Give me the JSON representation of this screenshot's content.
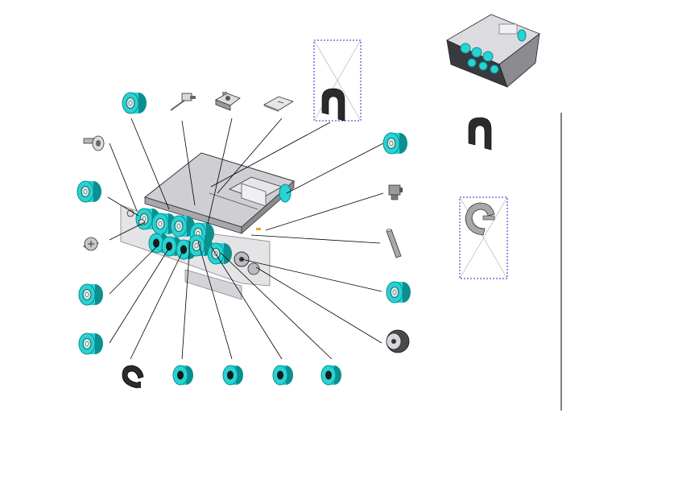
{
  "colors": {
    "teal": "#27d3d3",
    "teal_dark": "#0b8f8f",
    "steel": "#c8c8cc",
    "steel_dark": "#6e6e72",
    "dark": "#2a2a2a",
    "placeholder_border": "#2a2ad0"
  },
  "parts": [
    {
      "name": "roller-gear-top",
      "icon": "teal-gear-icon"
    },
    {
      "name": "sensor-bracket",
      "icon": "sensor-bracket-icon"
    },
    {
      "name": "sensor-holder",
      "icon": "sensor-holder-icon"
    },
    {
      "name": "guide-plate",
      "icon": "plate-icon"
    },
    {
      "name": "retaining-clip-missing",
      "icon": "missing-image-icon"
    },
    {
      "name": "screw-top-left",
      "icon": "screw-icon"
    },
    {
      "name": "roller-left-upper",
      "icon": "teal-roller-icon"
    },
    {
      "name": "screw-left",
      "icon": "screw-icon"
    },
    {
      "name": "roller-left-mid",
      "icon": "teal-roller-icon"
    },
    {
      "name": "roller-left-lower",
      "icon": "teal-roller-icon"
    },
    {
      "name": "e-ring",
      "icon": "e-ring-icon"
    },
    {
      "name": "bushing-1",
      "icon": "bushing-icon"
    },
    {
      "name": "bushing-2",
      "icon": "bushing-icon"
    },
    {
      "name": "bushing-3",
      "icon": "bushing-icon"
    },
    {
      "name": "bushing-4",
      "icon": "bushing-icon"
    },
    {
      "name": "roller-right-top",
      "icon": "teal-roller-icon"
    },
    {
      "name": "sensor-right",
      "icon": "sensor-icon"
    },
    {
      "name": "shaft-pin",
      "icon": "pin-icon"
    },
    {
      "name": "gear-right",
      "icon": "teal-gear-icon"
    },
    {
      "name": "motor",
      "icon": "motor-icon"
    }
  ],
  "legend": {
    "overview_icon": "assembly-overview-icon",
    "clip_icon": "clip-icon",
    "missing_ring_icon": "missing-image-icon"
  }
}
